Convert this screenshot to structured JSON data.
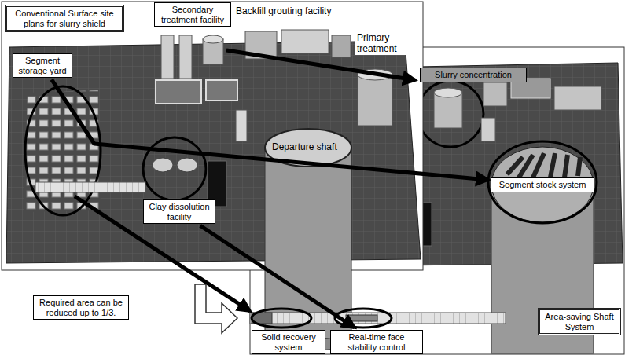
{
  "diagram": {
    "nodes": [
      {
        "text": [
          "Conventional Surface site plans for slurry shield"
        ]
      },
      {
        "text": [
          "Secondary treatment facility"
        ]
      },
      {
        "text": [
          "Segment storage yard"
        ]
      },
      {
        "text": [
          "Slurry concentration"
        ]
      },
      {
        "text": [
          "Clay dissolution facility"
        ]
      },
      {
        "text": [
          "Segment stock system"
        ]
      },
      {
        "text": [
          "Required area can be reduced up to 1/3."
        ]
      },
      {
        "text": [
          "Solid recovery system"
        ]
      },
      {
        "text": [
          "Real-time face stability control"
        ]
      },
      {
        "text": [
          "Area-saving Shaft System"
        ]
      }
    ],
    "edges": [
      {
        "from": 2,
        "to": 5,
        "arrow": "to"
      },
      {
        "from": 4,
        "to": 8,
        "arrow": "to"
      }
    ],
    "labels": [
      "Backfill grouting facility",
      "Primary treatment",
      "Departure shaft"
    ]
  }
}
